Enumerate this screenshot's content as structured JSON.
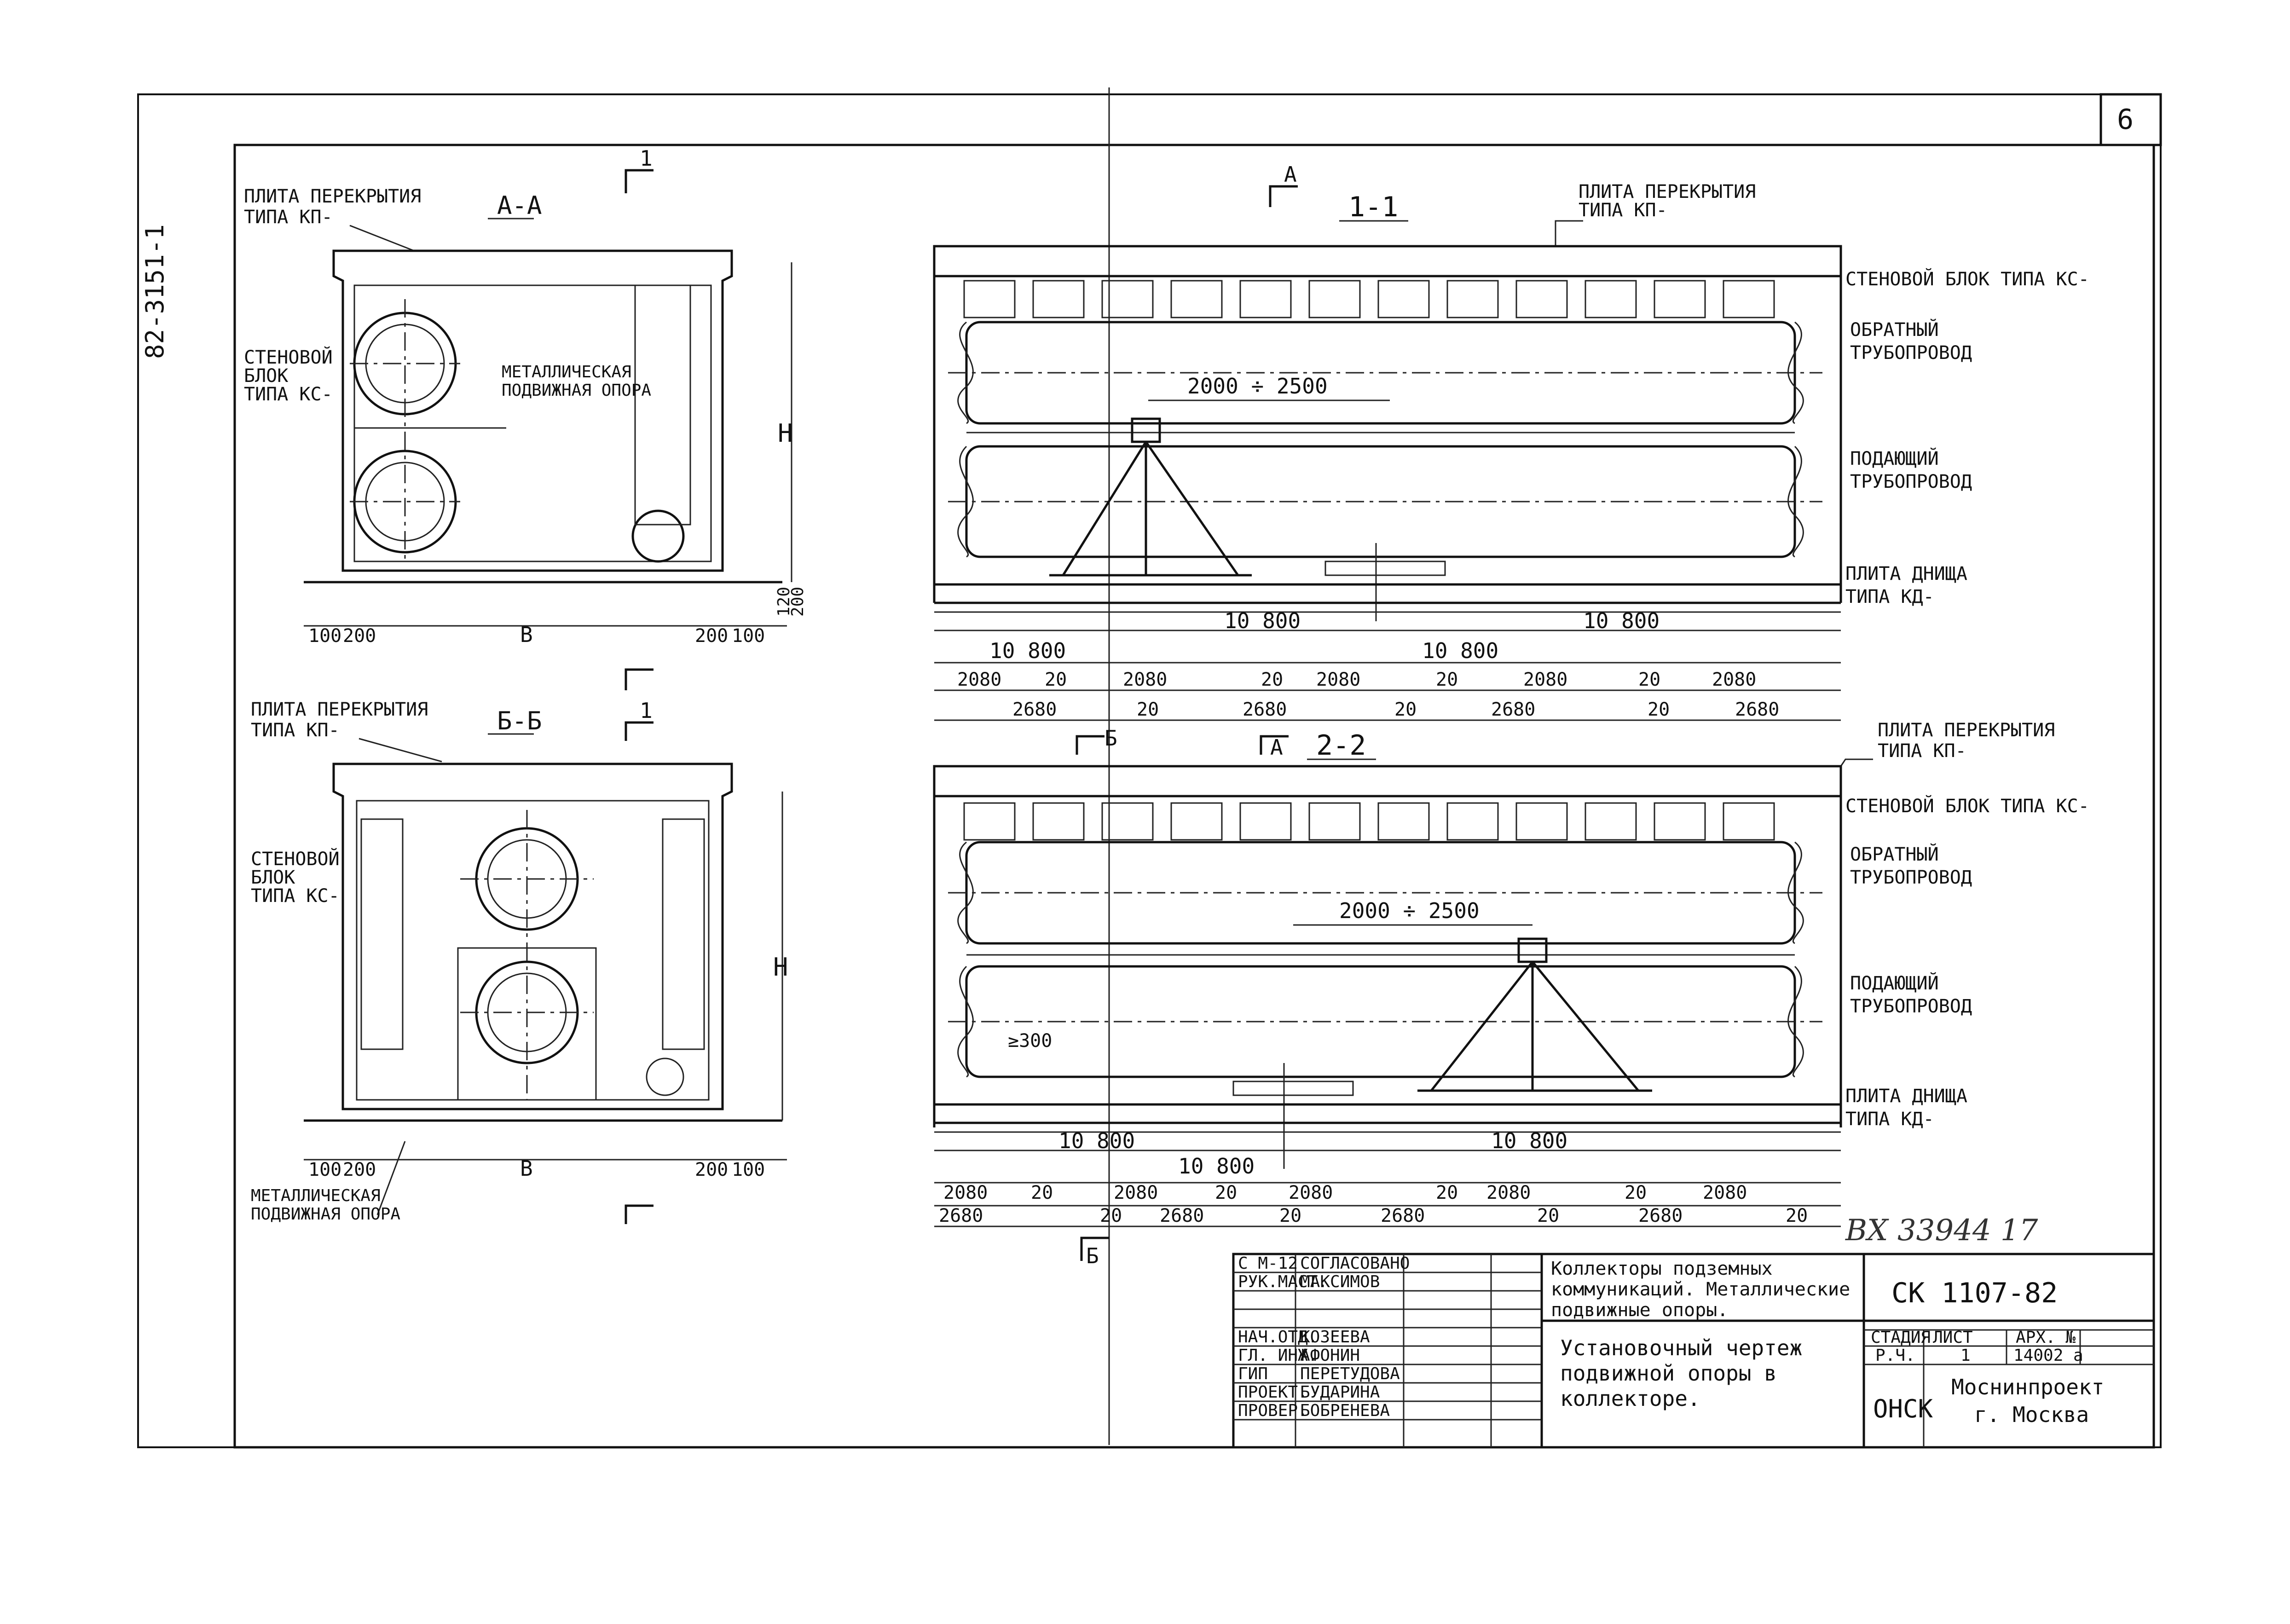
{
  "sheet": {
    "sheet_number": "6",
    "side_code": "82-3151-1",
    "inventory_note": "ВХ 33944  17"
  },
  "view_aa": {
    "title": "А-А",
    "cut_mark": "1",
    "label_slab": [
      "ПЛИТА ПЕРЕКРЫТИЯ",
      "ТИПА КП-"
    ],
    "label_wall": [
      "СТЕНОВОЙ",
      "БЛОК",
      "ТИПА КС-"
    ],
    "label_support": [
      "МЕТАЛЛИЧЕСКАЯ",
      "ПОДВИЖНАЯ ОПОРА"
    ],
    "dim_height": "H",
    "dim_bottom_small": [
      "100",
      "200"
    ],
    "dim_width": "B",
    "dim_bottom_small_right": [
      "200",
      "100"
    ],
    "dim_side": [
      "120",
      "200"
    ]
  },
  "view_bb": {
    "title": "Б-Б",
    "cut_mark": "1",
    "label_slab": [
      "ПЛИТА ПЕРЕКРЫТИЯ",
      "ТИПА КП-"
    ],
    "label_wall": [
      "СТЕНОВОЙ",
      "БЛОК",
      "ТИПА КС-"
    ],
    "label_support": [
      "МЕТАЛЛИЧЕСКАЯ",
      "ПОДВИЖНАЯ ОПОРА"
    ],
    "dim_height": "H",
    "dim_bottom_small": [
      "100",
      "200"
    ],
    "dim_width": "B",
    "dim_bottom_small_right": [
      "200",
      "100"
    ]
  },
  "section_11": {
    "title": "1-1",
    "cut_mark": "А",
    "label_slab": [
      "ПЛИТА ПЕРЕКРЫТИЯ",
      "ТИПА КП-"
    ],
    "label_wall": "СТЕНОВОЙ БЛОК ТИПА КС-",
    "label_return": [
      "ОБРАТНЫЙ",
      "ТРУБОПРОВОД"
    ],
    "label_supply": [
      "ПОДАЮЩИЙ",
      "ТРУБОПРОВОД"
    ],
    "label_bottom": [
      "ПЛИТА ДНИЩА",
      "ТИПА КД-"
    ],
    "dim_span": "2000 ÷ 2500",
    "dims_row1": [
      "10 800",
      "10 800"
    ],
    "dims_row2": [
      "10 800",
      "10 800"
    ],
    "dims_row3": [
      "2080",
      "20",
      "2080",
      "20",
      "2080",
      "20",
      "2080",
      "20",
      "2080"
    ],
    "dims_row4": [
      "2680",
      "20",
      "2680",
      "20",
      "2680",
      "20",
      "2680"
    ]
  },
  "section_22": {
    "title": "2-2",
    "cut_mark_a": "А",
    "cut_mark_b": "Б",
    "label_slab": [
      "ПЛИТА ПЕРЕКРЫТИЯ",
      "ТИПА КП-"
    ],
    "label_wall": "СТЕНОВОЙ БЛОК ТИПА КС-",
    "label_return": [
      "ОБРАТНЫЙ",
      "ТРУБОПРОВОД"
    ],
    "label_supply": [
      "ПОДАЮЩИЙ",
      "ТРУБОПРОВОД"
    ],
    "label_bottom": [
      "ПЛИТА ДНИЩА",
      "ТИПА КД-"
    ],
    "dim_span": "2000 ÷ 2500",
    "dim_gap": "≥300",
    "dims_row1": [
      "10 800",
      "10 800",
      "10 800"
    ],
    "dims_row3": [
      "2080",
      "20",
      "2080",
      "20",
      "2080",
      "20",
      "2080",
      "20",
      "2080"
    ],
    "dims_row4": [
      "2680",
      "20",
      "2680",
      "20",
      "2680",
      "20",
      "2680",
      "20"
    ]
  },
  "title_block": {
    "rows": [
      {
        "role": "С М-12",
        "name": "СОГЛАСОВАНО"
      },
      {
        "role": "РУК.МАСТ.",
        "name": "МАКСИМОВ"
      },
      {
        "role": "НАЧ.ОТД.",
        "name": "КОЗЕЕВА"
      },
      {
        "role": "ГЛ. ИНЖ.",
        "name": "АФОНИН"
      },
      {
        "role": "ГИП",
        "name": "ПЕРЕТУДОВА"
      },
      {
        "role": "ПРОЕКТ.",
        "name": "БУДАРИНА"
      },
      {
        "role": "ПРОВЕР.",
        "name": "БОБРЕНЕВА"
      }
    ],
    "project_title": [
      "Коллекторы подземных",
      "коммуникаций. Металлические",
      "подвижные опоры."
    ],
    "drawing_title": [
      "Установочный чертеж",
      "подвижной опоры в",
      "коллекторе."
    ],
    "code": "СК 1107-82",
    "stage_header": "СТАДИЯ",
    "sheet_header": "ЛИСТ",
    "archive_header": "АРХ. №",
    "stage_value": "Р.Ч.",
    "sheet_value": "1",
    "archive_value": "14002 а",
    "org_short": "ОНСК",
    "org_name": [
      "Моснинпроект",
      "г. Москва"
    ]
  }
}
